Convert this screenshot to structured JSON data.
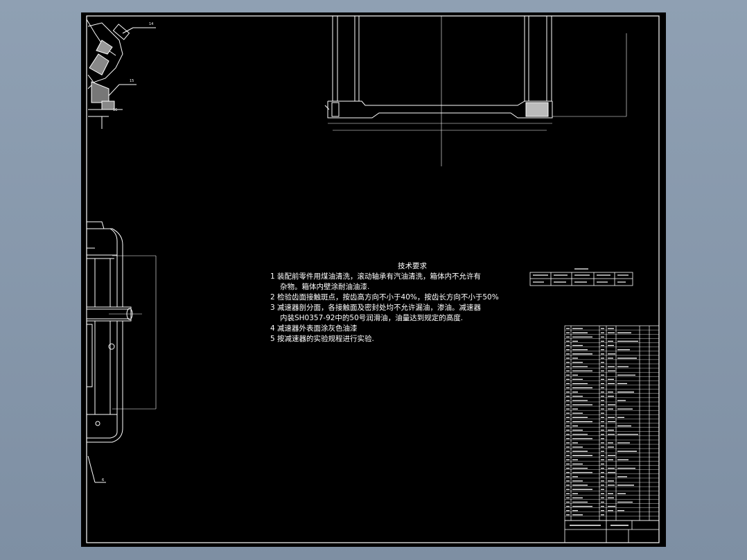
{
  "drawing": {
    "colors": {
      "background": "#000000",
      "line": "#ffffff",
      "frame": "#8fa0b3"
    },
    "technical_requirements": {
      "title": "技术要求",
      "items": [
        {
          "num": "1",
          "text": "装配前零件用煤油清洗，滚动轴承有汽油清洗，箱体内不允许有",
          "cont": "杂物。箱体内壁涂耐油油漆."
        },
        {
          "num": "2",
          "text": "检验齿面接触斑点，按齿高方向不小于40%，按齿长方向不小于50%",
          "cont": ""
        },
        {
          "num": "3",
          "text": "减速器剖分面，各接触面及密封处均不允许漏油，渗油。减速器",
          "cont": "内装SH0357-92中的50号润滑油，油量达到规定的高度."
        },
        {
          "num": "4",
          "text": "减速器外表面涂灰色油漆",
          "cont": ""
        },
        {
          "num": "5",
          "text": "按减速器的实验规程进行实验.",
          "cont": ""
        }
      ]
    },
    "callouts": [
      "14",
      "15",
      "16",
      "6"
    ]
  }
}
